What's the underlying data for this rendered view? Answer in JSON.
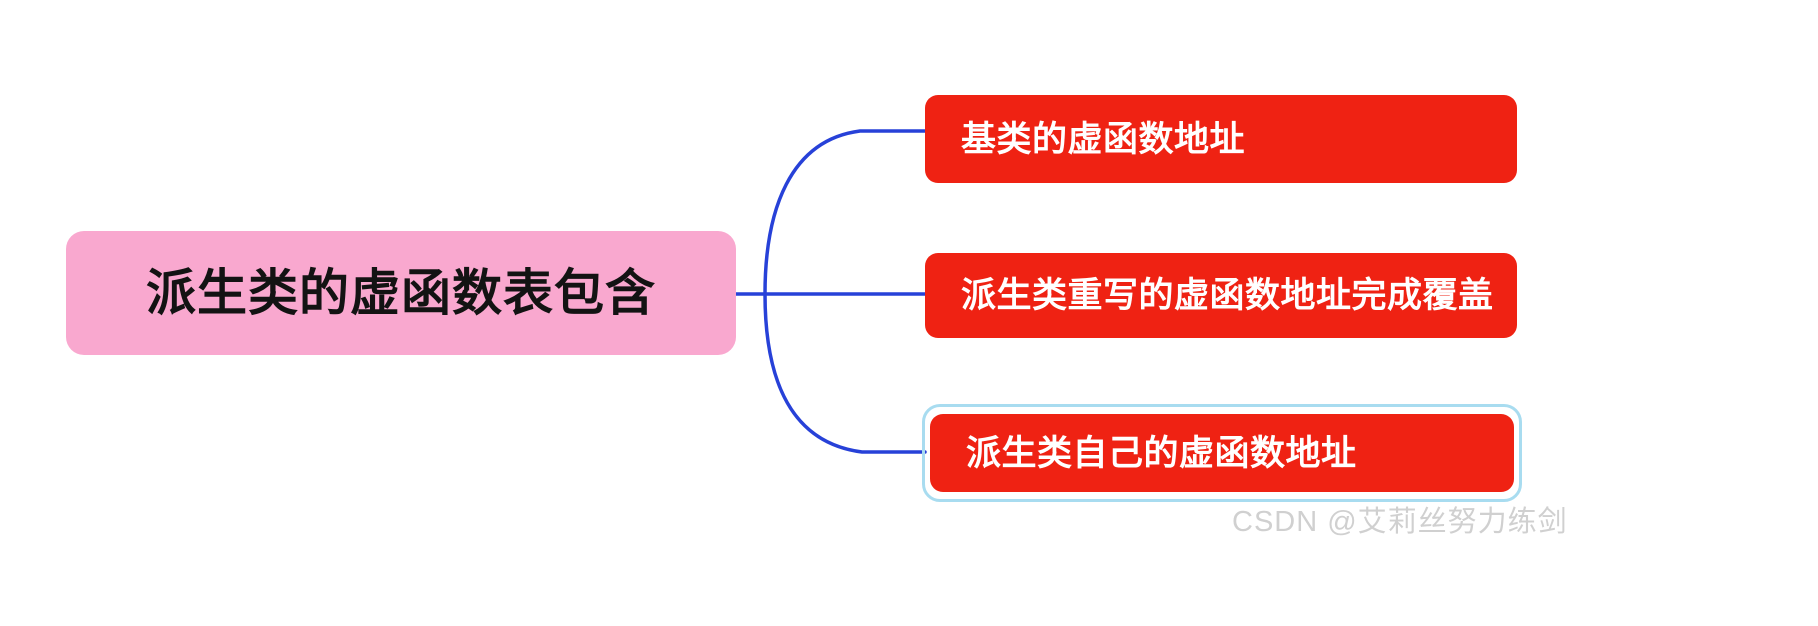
{
  "diagram": {
    "type": "mind-map",
    "orientation": "left-to-right",
    "root": {
      "label": "派生类的虚函数表包含",
      "fill_color": "#f9a8cf",
      "text_color": "#131313"
    },
    "branches": [
      {
        "label": "基类的虚函数地址",
        "fill_color": "#ef2213",
        "text_color": "#ffffff",
        "selected": false
      },
      {
        "label": "派生类重写的虚函数地址完成覆盖",
        "fill_color": "#ef2213",
        "text_color": "#ffffff",
        "selected": false
      },
      {
        "label": "派生类自己的虚函数地址",
        "fill_color": "#ef2213",
        "text_color": "#ffffff",
        "selected": true
      }
    ],
    "connector_color": "#2741d8",
    "selection_color": "#a8dcf0",
    "background_color": "#ffffff"
  },
  "watermark": {
    "text": "CSDN @艾莉丝努力练剑",
    "color": "#d0d0d0"
  }
}
